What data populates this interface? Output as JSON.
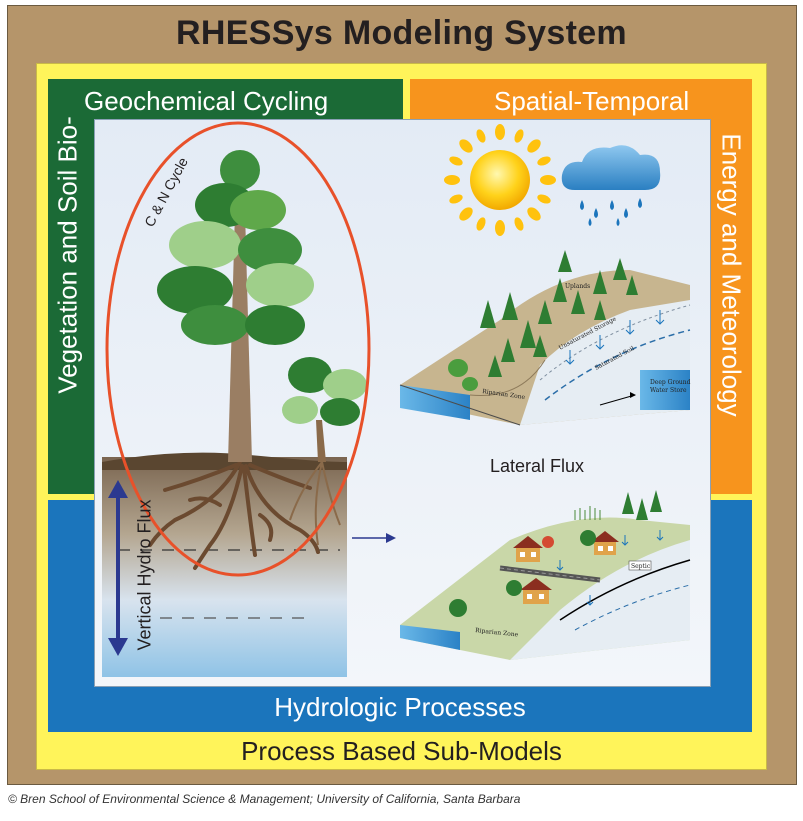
{
  "title": "RHESSys Modeling System",
  "sections": {
    "geochemical": "Geochemical Cycling",
    "spatial_temporal": "Spatial-Temporal",
    "vegetation": "Vegetation and Soil Bio-",
    "energy": "Energy and Meteorology",
    "hydrologic": "Hydrologic Processes",
    "process_based": "Process Based Sub-Models"
  },
  "annotations": {
    "cn_cycle": "C & N Cycle",
    "lateral_flux": "Lateral Flux",
    "vertical_flux": "Vertical Hydro Flux"
  },
  "upper_block": {
    "uplands": "Uplands",
    "unsaturated": "Unsaturated Storage",
    "saturated": "Saturated Soil",
    "deep_ground_1": "Deep Ground",
    "deep_ground_2": "Water Store",
    "riparian": "Riparian Zone"
  },
  "lower_block": {
    "septic": "Septic",
    "riparian": "Riparian Zone"
  },
  "credit": "© Bren School of Environmental Science & Management; University of California, Santa Barbara",
  "colors": {
    "frame": "#b5956a",
    "yellow": "#fff45a",
    "green": "#1b6a36",
    "orange": "#f7941d",
    "blue": "#1b75bc",
    "ellipse": "#e8512a"
  },
  "icons": [
    "sun-icon",
    "rain-cloud-icon"
  ]
}
